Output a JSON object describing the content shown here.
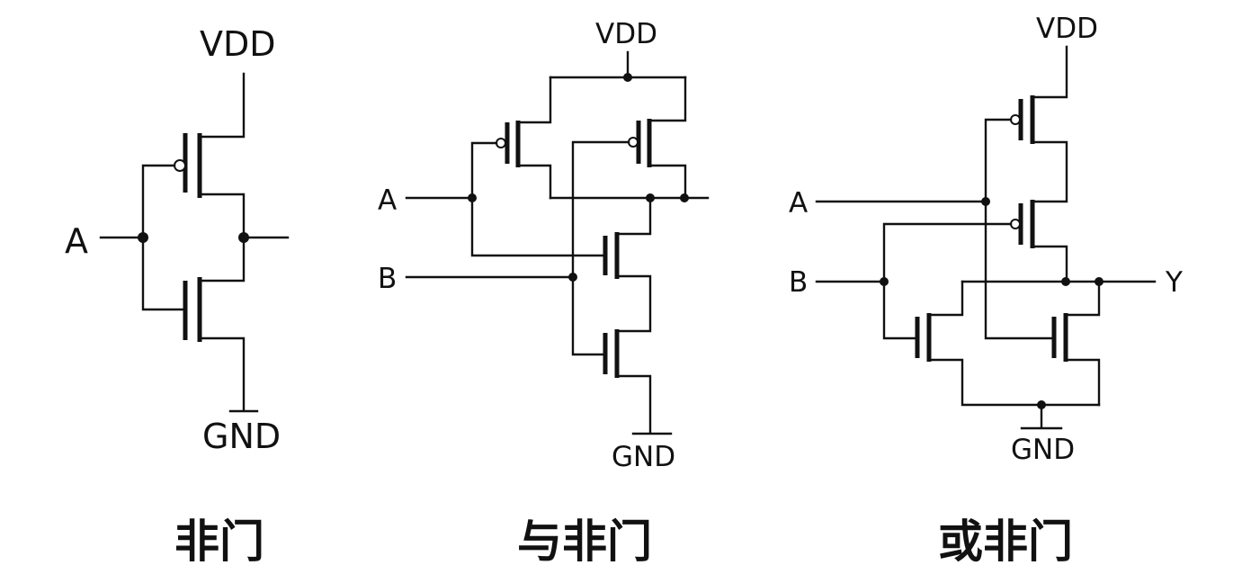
{
  "circuits": {
    "not": {
      "title": "非门",
      "vdd": "VDD",
      "gnd": "GND",
      "in_a": "A"
    },
    "nand": {
      "title": "与非门",
      "vdd": "VDD",
      "gnd": "GND",
      "in_a": "A",
      "in_b": "B"
    },
    "nor": {
      "title": "或非门",
      "vdd": "VDD",
      "gnd": "GND",
      "in_a": "A",
      "in_b": "B",
      "out_y": "Y"
    }
  }
}
